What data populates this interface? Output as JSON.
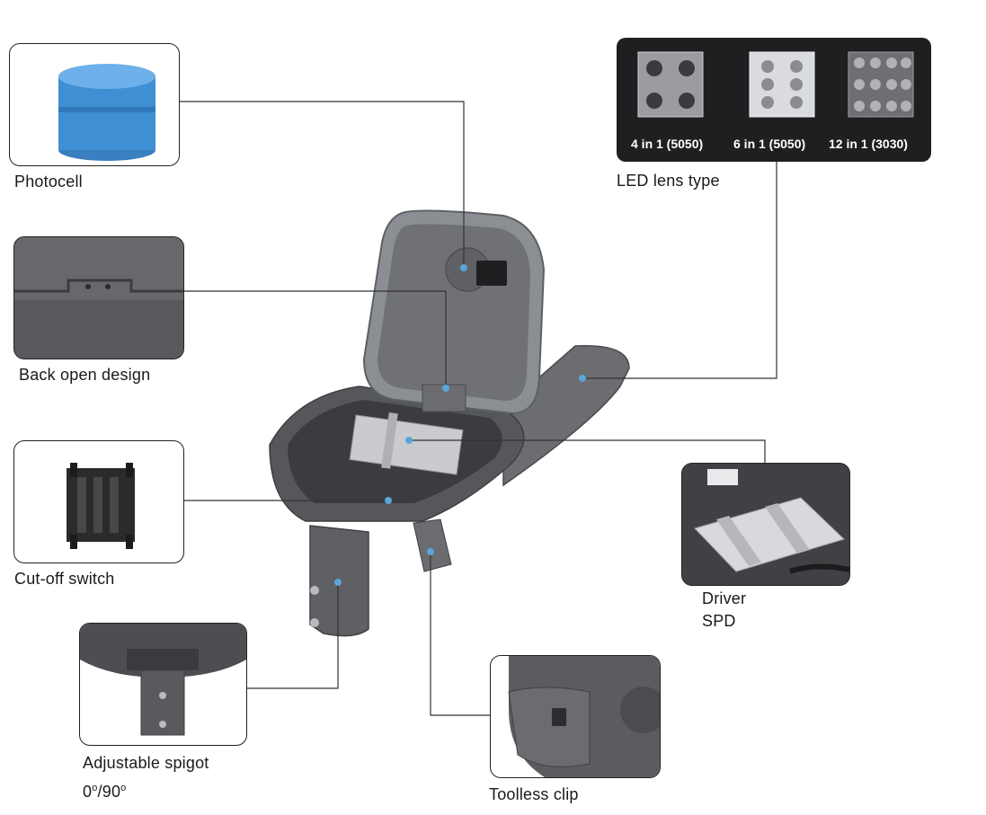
{
  "callouts": {
    "photocell": "Photocell",
    "led_lens": "LED lens type",
    "back_open": "Back open design",
    "cutoff": "Cut-off switch",
    "driver": "Driver",
    "spd": "SPD",
    "spigot": "Adjustable spigot",
    "spigot_angle_a": "0",
    "spigot_angle_b": "90",
    "degree_mark": "o",
    "slash": "/",
    "toolless": "Toolless clip"
  },
  "lens_types": [
    "4 in 1 (5050)",
    "6 in 1 (5050)",
    "12 in 1 (3030)"
  ],
  "colors": {
    "leader_line": "#333333",
    "dot": "#5aa6d6",
    "housing": "#5b5d61",
    "photocell_blue": "#3f8fd4",
    "lens_panel": "#1e1f21"
  }
}
